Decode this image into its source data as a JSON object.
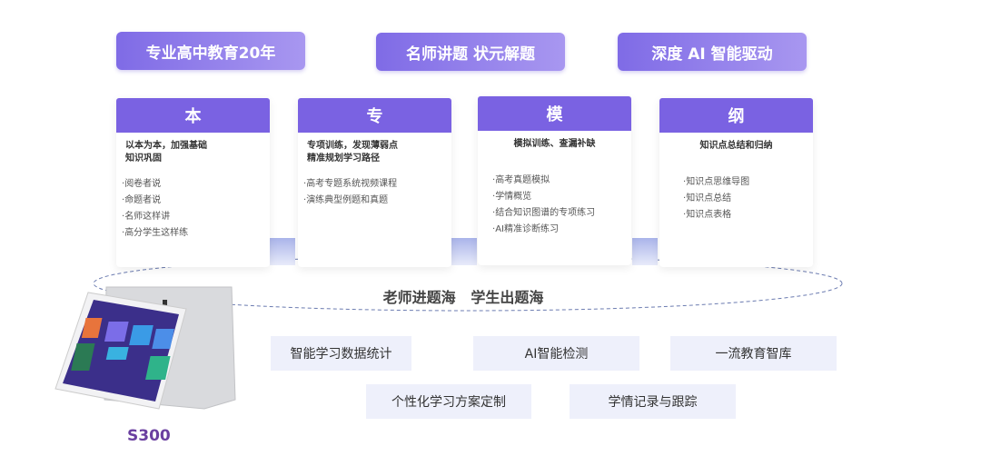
{
  "top_pills": [
    "专业高中教育20年",
    "名师讲题  状元解题",
    "深度 AI 智能驱动"
  ],
  "columns": [
    {
      "title": "本",
      "subtitle": "以本为本，加强基础\n知识巩固",
      "items": [
        "阅卷者说",
        "命题者说",
        "名师这样讲",
        "高分学生这样练"
      ]
    },
    {
      "title": "专",
      "subtitle": "专项训练，发现薄弱点\n精准规划学习路径",
      "items": [
        "高考专题系统视频课程",
        "演练典型例题和真题"
      ]
    },
    {
      "title": "模",
      "subtitle": "模拟训练、查漏补缺",
      "items": [
        "高考真题模拟",
        "学情概览",
        "结合知识图谱的专项练习",
        "AI精准诊断练习"
      ]
    },
    {
      "title": "纲",
      "subtitle": "知识点总结和归纳",
      "items": [
        "知识点思维导图",
        "知识点总结",
        "知识点表格"
      ]
    }
  ],
  "slogan": "老师进题海   学生出题海",
  "features": [
    "智能学习数据统计",
    "AI智能检测",
    "一流教育智库",
    "个性化学习方案定制",
    "学情记录与跟踪"
  ],
  "product": {
    "model": "S300"
  },
  "colors": {
    "accent": "#7a62e2",
    "feature_bg": "#eef0fb"
  }
}
